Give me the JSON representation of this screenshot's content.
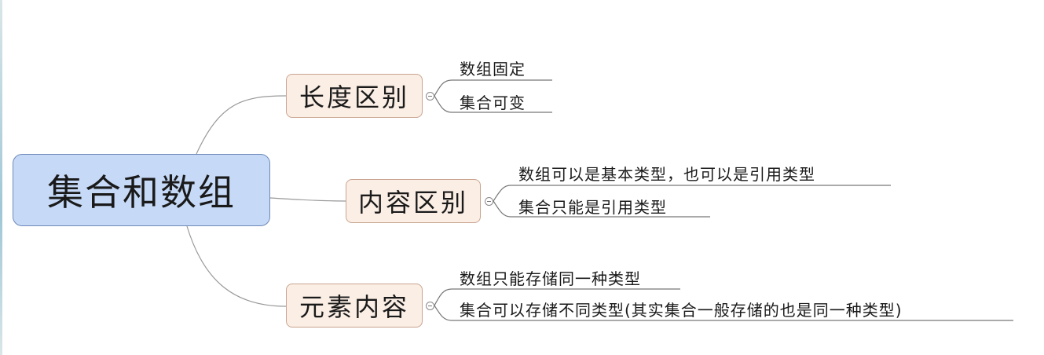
{
  "root": {
    "label": "集合和数组"
  },
  "branches": [
    {
      "label": "长度区别",
      "leaves": [
        "数组固定",
        "集合可变"
      ]
    },
    {
      "label": "内容区别",
      "leaves": [
        "数组可以是基本类型，也可以是引用类型",
        "集合只能是引用类型"
      ]
    },
    {
      "label": "元素内容",
      "leaves": [
        "数组只能存储同一种类型",
        "集合可以存储不同类型(其实集合一般存储的也是同一种类型)"
      ]
    }
  ],
  "colors": {
    "root_fill": "#c6daf8",
    "branch_fill": "#fbeee5",
    "connector": "#999999"
  }
}
